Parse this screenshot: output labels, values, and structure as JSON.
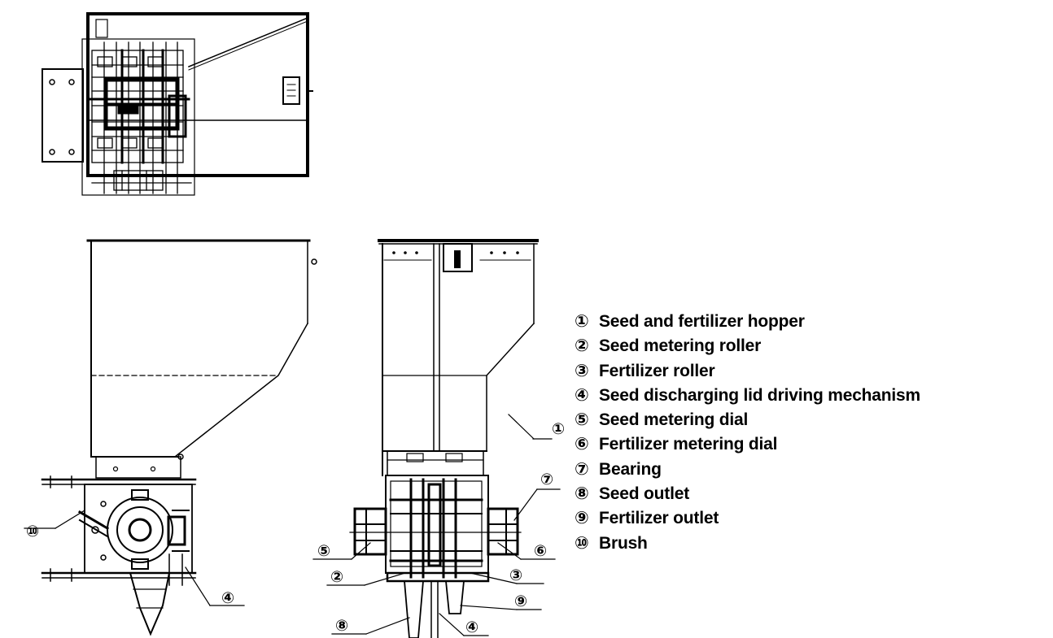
{
  "callouts": {
    "c1": "①",
    "c2": "②",
    "c3": "③",
    "c4a": "④",
    "c4b": "④",
    "c5": "⑤",
    "c6": "⑥",
    "c7": "⑦",
    "c8": "⑧",
    "c9": "⑨",
    "c10": "⑩"
  },
  "legend": [
    {
      "num": "①",
      "text": "Seed and fertilizer hopper"
    },
    {
      "num": "②",
      "text": "Seed metering roller"
    },
    {
      "num": "③",
      "text": "Fertilizer roller"
    },
    {
      "num": "④",
      "text": "Seed discharging lid driving mechanism"
    },
    {
      "num": "⑤",
      "text": "Seed metering dial"
    },
    {
      "num": "⑥",
      "text": "Fertilizer metering dial"
    },
    {
      "num": "⑦",
      "text": "Bearing"
    },
    {
      "num": "⑧",
      "text": "Seed outlet"
    },
    {
      "num": "⑨",
      "text": "Fertilizer outlet"
    },
    {
      "num": "⑩",
      "text": "Brush"
    }
  ]
}
